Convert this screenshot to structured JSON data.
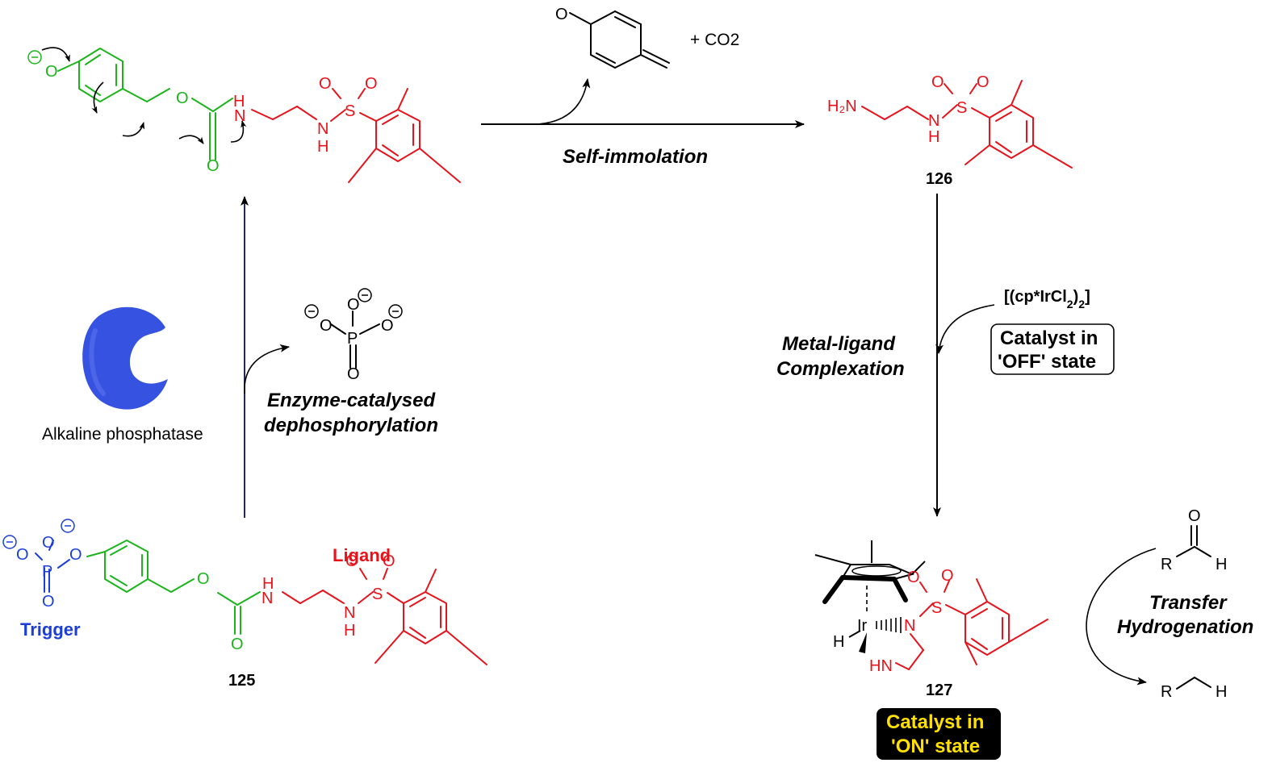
{
  "colors": {
    "trigger": "#1b3fd8",
    "linker": "#1bb51b",
    "ligand": "#e8121b",
    "enzyme": "#3652e0",
    "on_box_bg": "#000000",
    "on_box_text": "#ffe000"
  },
  "labels": {
    "trigger": "Trigger",
    "ligand": "Ligand",
    "enzyme_name": "Alkaline phosphatase",
    "step_dephos_1": "Enzyme-catalysed",
    "step_dephos_2": "dephosphorylation",
    "step_self": "Self-immolation",
    "step_complex_1": "Metal-ligand",
    "step_complex_2": "Complexation",
    "step_transfer_1": "Transfer",
    "step_transfer_2": "Hydrogenation",
    "reagent": "[(cp*IrCl2)2]",
    "co2": "+ CO2"
  },
  "compounds": {
    "c125": "125",
    "c126": "126",
    "c127": "127"
  },
  "boxes": {
    "off_line1": "Catalyst in",
    "off_line2": "'OFF' state",
    "on_line1": "Catalyst in",
    "on_line2": "'ON' state"
  },
  "icons": {
    "enzyme": "enzyme-pacman-icon"
  }
}
